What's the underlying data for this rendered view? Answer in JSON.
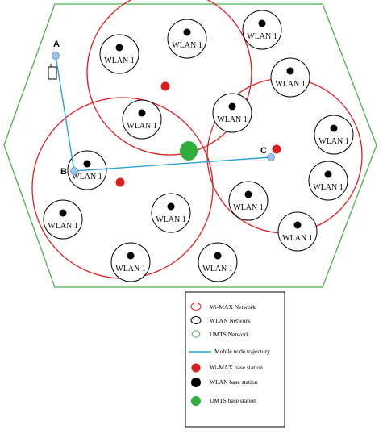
{
  "colors": {
    "wimax": "#e02020",
    "wlan": "#000000",
    "umts": "#3cb043",
    "trajectory": "#2f9fd8",
    "node": "#9ec3e6",
    "umts_outline": "#4caf50"
  },
  "wlan_label": "WLAN 1",
  "points": {
    "a": "A",
    "b": "B",
    "c": "C"
  },
  "legend": {
    "wimax_network": "Wi-MAX  Network",
    "wlan_network": "WLAN  Network",
    "umts_network": "UMTS  Network",
    "trajectory": "Mobile node trajectory",
    "wimax_station": "Wi-MAX   base station",
    "wlan_station": "WLAN base station",
    "umts_station": "UMTS  base station"
  }
}
